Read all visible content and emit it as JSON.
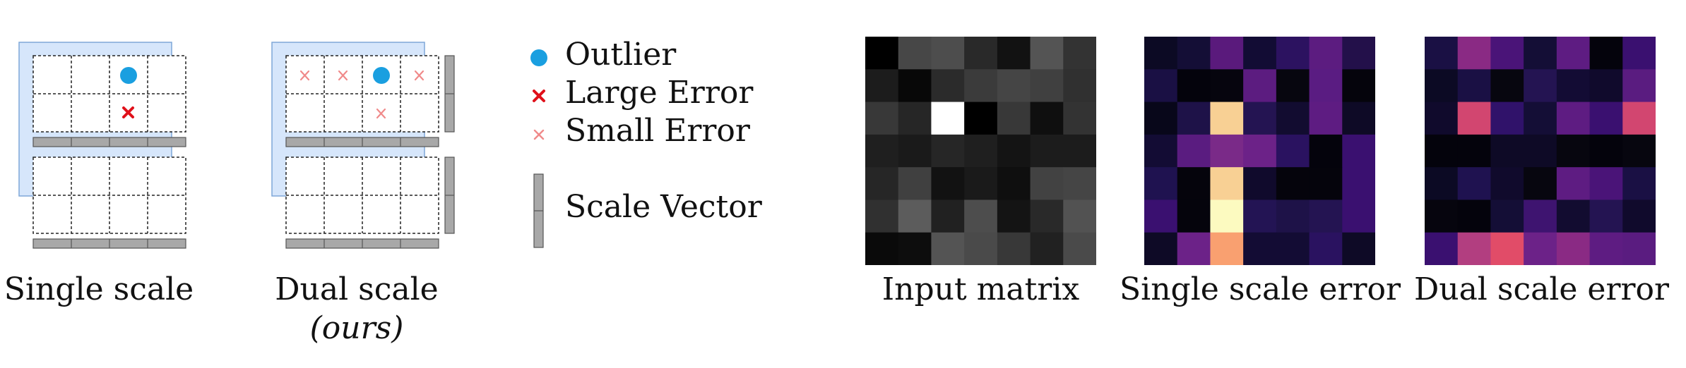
{
  "captions": {
    "single_scale": "Single scale",
    "dual_scale": "Dual scale",
    "dual_scale_note": "(ours)",
    "input_matrix": "Input matrix",
    "single_scale_error": "Single scale error",
    "dual_scale_error": "Dual scale error"
  },
  "legend": {
    "outlier": "Outlier",
    "large_error": "Large Error",
    "small_error": "Small Error",
    "scale_vector": "Scale Vector"
  },
  "colors": {
    "outlier": "#1a9fe0",
    "large_error": "#e0101a",
    "small_error": "#f08a8a",
    "scale_vector": "#a8a8a8",
    "background_panel": "#d6e6fb"
  },
  "heatmaps": {
    "input_matrix": [
      [
        0.0,
        0.28,
        0.3,
        0.16,
        0.07,
        0.33,
        0.2
      ],
      [
        0.11,
        0.03,
        0.17,
        0.23,
        0.27,
        0.25,
        0.19
      ],
      [
        0.22,
        0.15,
        1.0,
        0.0,
        0.22,
        0.06,
        0.2
      ],
      [
        0.12,
        0.1,
        0.15,
        0.12,
        0.08,
        0.11,
        0.11
      ],
      [
        0.15,
        0.25,
        0.07,
        0.1,
        0.06,
        0.26,
        0.27
      ],
      [
        0.19,
        0.36,
        0.13,
        0.3,
        0.08,
        0.16,
        0.32
      ],
      [
        0.04,
        0.05,
        0.33,
        0.29,
        0.22,
        0.13,
        0.29
      ]
    ],
    "single_scale_error": [
      [
        "#0c0a24",
        "#140e36",
        "#5a1a7c",
        "#120c34",
        "#2c1260",
        "#5c1c80",
        "#23104a"
      ],
      [
        "#1a1044",
        "#04030c",
        "#06050e",
        "#5c1c80",
        "#07060f",
        "#5a1c82",
        "#05040c"
      ],
      [
        "#08071a",
        "#1e1248",
        "#f8d094",
        "#241452",
        "#120c30",
        "#5e1c82",
        "#0e0a26"
      ],
      [
        "#130c34",
        "#5a1c80",
        "#7a2a88",
        "#6c2288",
        "#2a1260",
        "#04030c",
        "#3a1070"
      ],
      [
        "#1f1250",
        "#05040c",
        "#f8d094",
        "#100a2c",
        "#05040c",
        "#05040c",
        "#3a1070"
      ],
      [
        "#3a1070",
        "#05040c",
        "#fcfac0",
        "#231454",
        "#1e1248",
        "#241452",
        "#3a1070"
      ],
      [
        "#0e0a26",
        "#6c2288",
        "#f9a070",
        "#130c34",
        "#130c34",
        "#2a1260",
        "#0e0a26"
      ]
    ],
    "dual_scale_error": [
      [
        "#1a1044",
        "#8a2a84",
        "#4a1478",
        "#140e36",
        "#5e1c82",
        "#04030c",
        "#3a1070"
      ],
      [
        "#0c0a24",
        "#1a1044",
        "#07060f",
        "#241452",
        "#130c34",
        "#100a2c",
        "#5a1c80"
      ],
      [
        "#100a2c",
        "#d24670",
        "#30126a",
        "#140e36",
        "#5e1c82",
        "#3a1070",
        "#d24670"
      ],
      [
        "#04030c",
        "#04030c",
        "#0e0a26",
        "#0e0a26",
        "#07060f",
        "#04030c",
        "#07060f"
      ],
      [
        "#0c0a24",
        "#1f1250",
        "#100a2c",
        "#07060f",
        "#5e1c82",
        "#4a1478",
        "#1a1044"
      ],
      [
        "#06050e",
        "#04030c",
        "#140e36",
        "#3e1470",
        "#120c30",
        "#241452",
        "#100a2c"
      ],
      [
        "#3a1070",
        "#b23e80",
        "#e14c68",
        "#6c2288",
        "#8a2a84",
        "#5e1c82",
        "#5a1c80"
      ]
    ]
  }
}
